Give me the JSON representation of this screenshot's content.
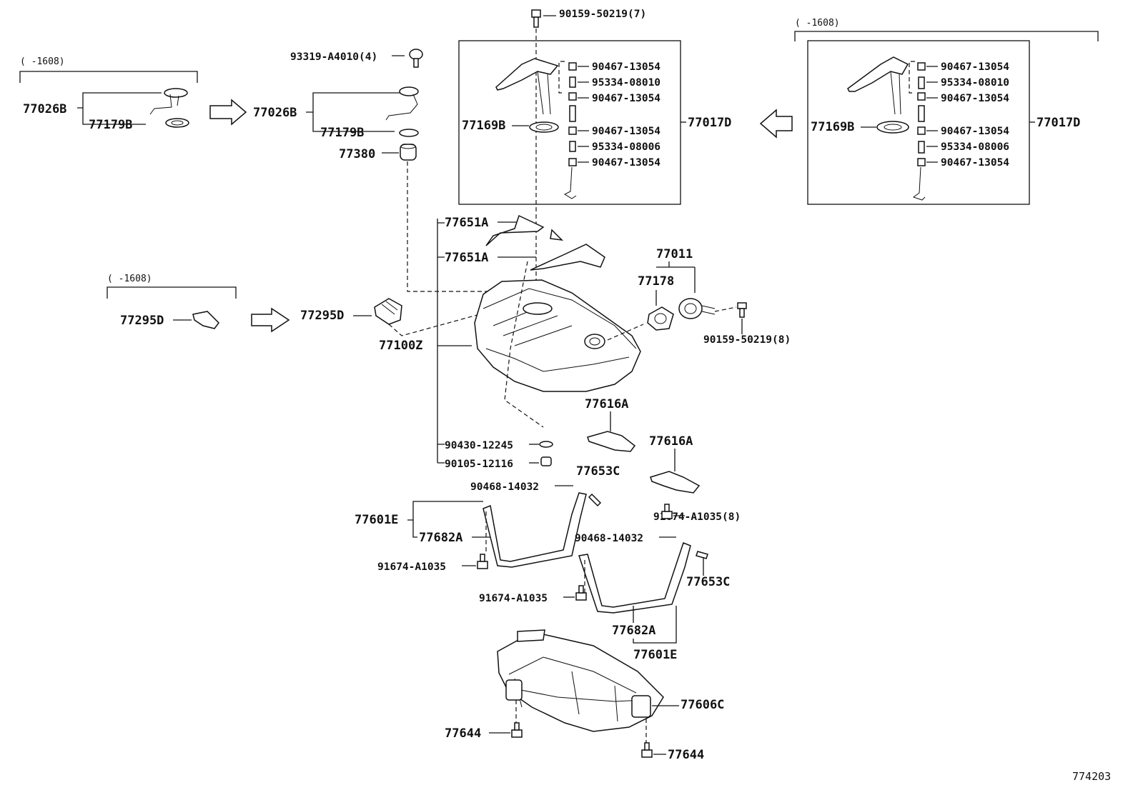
{
  "diagram_id": "774203",
  "notes": {
    "n1": "(   -1608)",
    "n2": "(   -1608)",
    "n3": "(   -1608)"
  },
  "labels": {
    "p_90159_50219_7": "90159-50219(7)",
    "p_93319_A4010_4": "93319-A4010(4)",
    "p_77026B_left": "77026B",
    "p_77179B_left": "77179B",
    "p_77026B_mid": "77026B",
    "p_77179B_mid": "77179B",
    "p_77380": "77380",
    "p_90467_13054_a": "90467-13054",
    "p_95334_08010_a": "95334-08010",
    "p_90467_13054_b": "90467-13054",
    "p_77169B_a": "77169B",
    "p_90467_13054_c": "90467-13054",
    "p_95334_08006_a": "95334-08006",
    "p_90467_13054_d": "90467-13054",
    "p_77017D_a": "77017D",
    "p_90467_13054_e": "90467-13054",
    "p_95334_08010_b": "95334-08010",
    "p_90467_13054_f": "90467-13054",
    "p_77169B_b": "77169B",
    "p_90467_13054_g": "90467-13054",
    "p_95334_08006_b": "95334-08006",
    "p_90467_13054_h": "90467-13054",
    "p_77017D_b": "77017D",
    "p_77651A_a": "77651A",
    "p_77651A_b": "77651A",
    "p_77011": "77011",
    "p_77178": "77178",
    "p_77295D_left": "77295D",
    "p_77295D_mid": "77295D",
    "p_77100Z": "77100Z",
    "p_90159_50219_8": "90159-50219(8)",
    "p_77616A_a": "77616A",
    "p_77616A_b": "77616A",
    "p_90430_12245": "90430-12245",
    "p_90105_12116": "90105-12116",
    "p_77653C_a": "77653C",
    "p_90468_14032_a": "90468-14032",
    "p_91674_A1035_8": "91674-A1035(8)",
    "p_77601E_a": "77601E",
    "p_77682A_a": "77682A",
    "p_90468_14032_b": "90468-14032",
    "p_91674_A1035_a": "91674-A1035",
    "p_77653C_b": "77653C",
    "p_91674_A1035_b": "91674-A1035",
    "p_77682A_b": "77682A",
    "p_77601E_b": "77601E",
    "p_77606C": "77606C",
    "p_77644_a": "77644",
    "p_77644_b": "77644"
  }
}
